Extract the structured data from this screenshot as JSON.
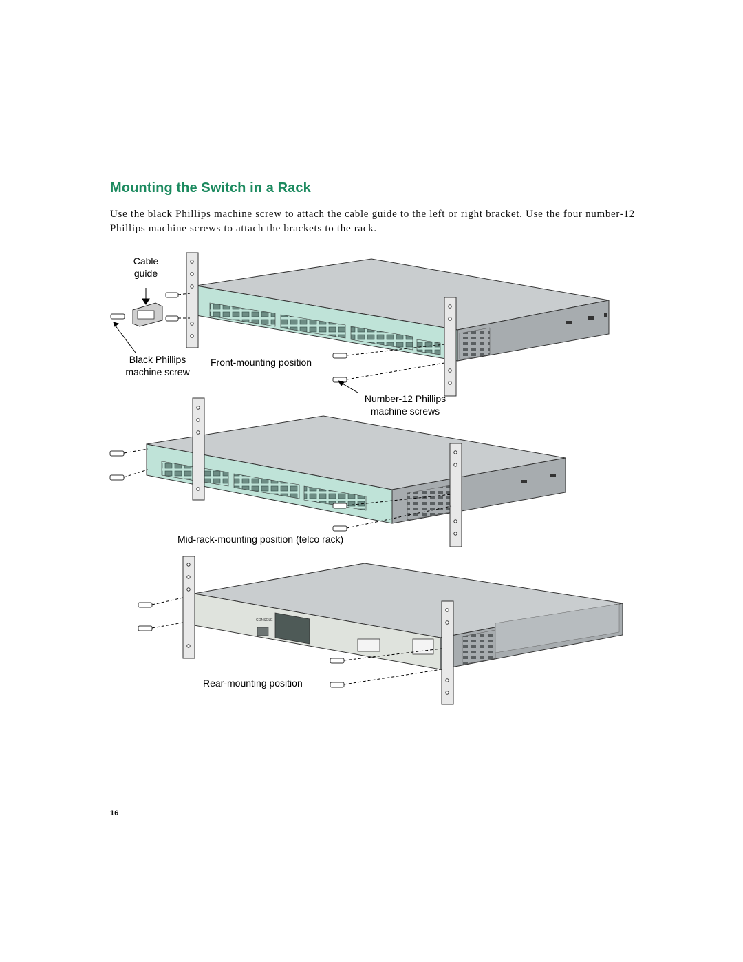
{
  "section": {
    "title": "Mounting the Switch in a Rack",
    "body": "Use the black Phillips machine screw to attach the cable guide to the left or right bracket. Use the four number-12 Phillips machine screws to attach the brackets to the rack."
  },
  "figure": {
    "labels": {
      "cable_guide_line1": "Cable",
      "cable_guide_line2": "guide",
      "black_phillips_line1": "Black Phillips",
      "black_phillips_line2": "machine screw",
      "front_mounting": "Front-mounting position",
      "number12_line1": "Number-12 Phillips",
      "number12_line2": "machine screws",
      "mid_rack": "Mid-rack-mounting position (telco rack)",
      "rear_mounting": "Rear-mounting position",
      "console": "CONSOLE"
    }
  },
  "footer": {
    "page_number": "16"
  }
}
